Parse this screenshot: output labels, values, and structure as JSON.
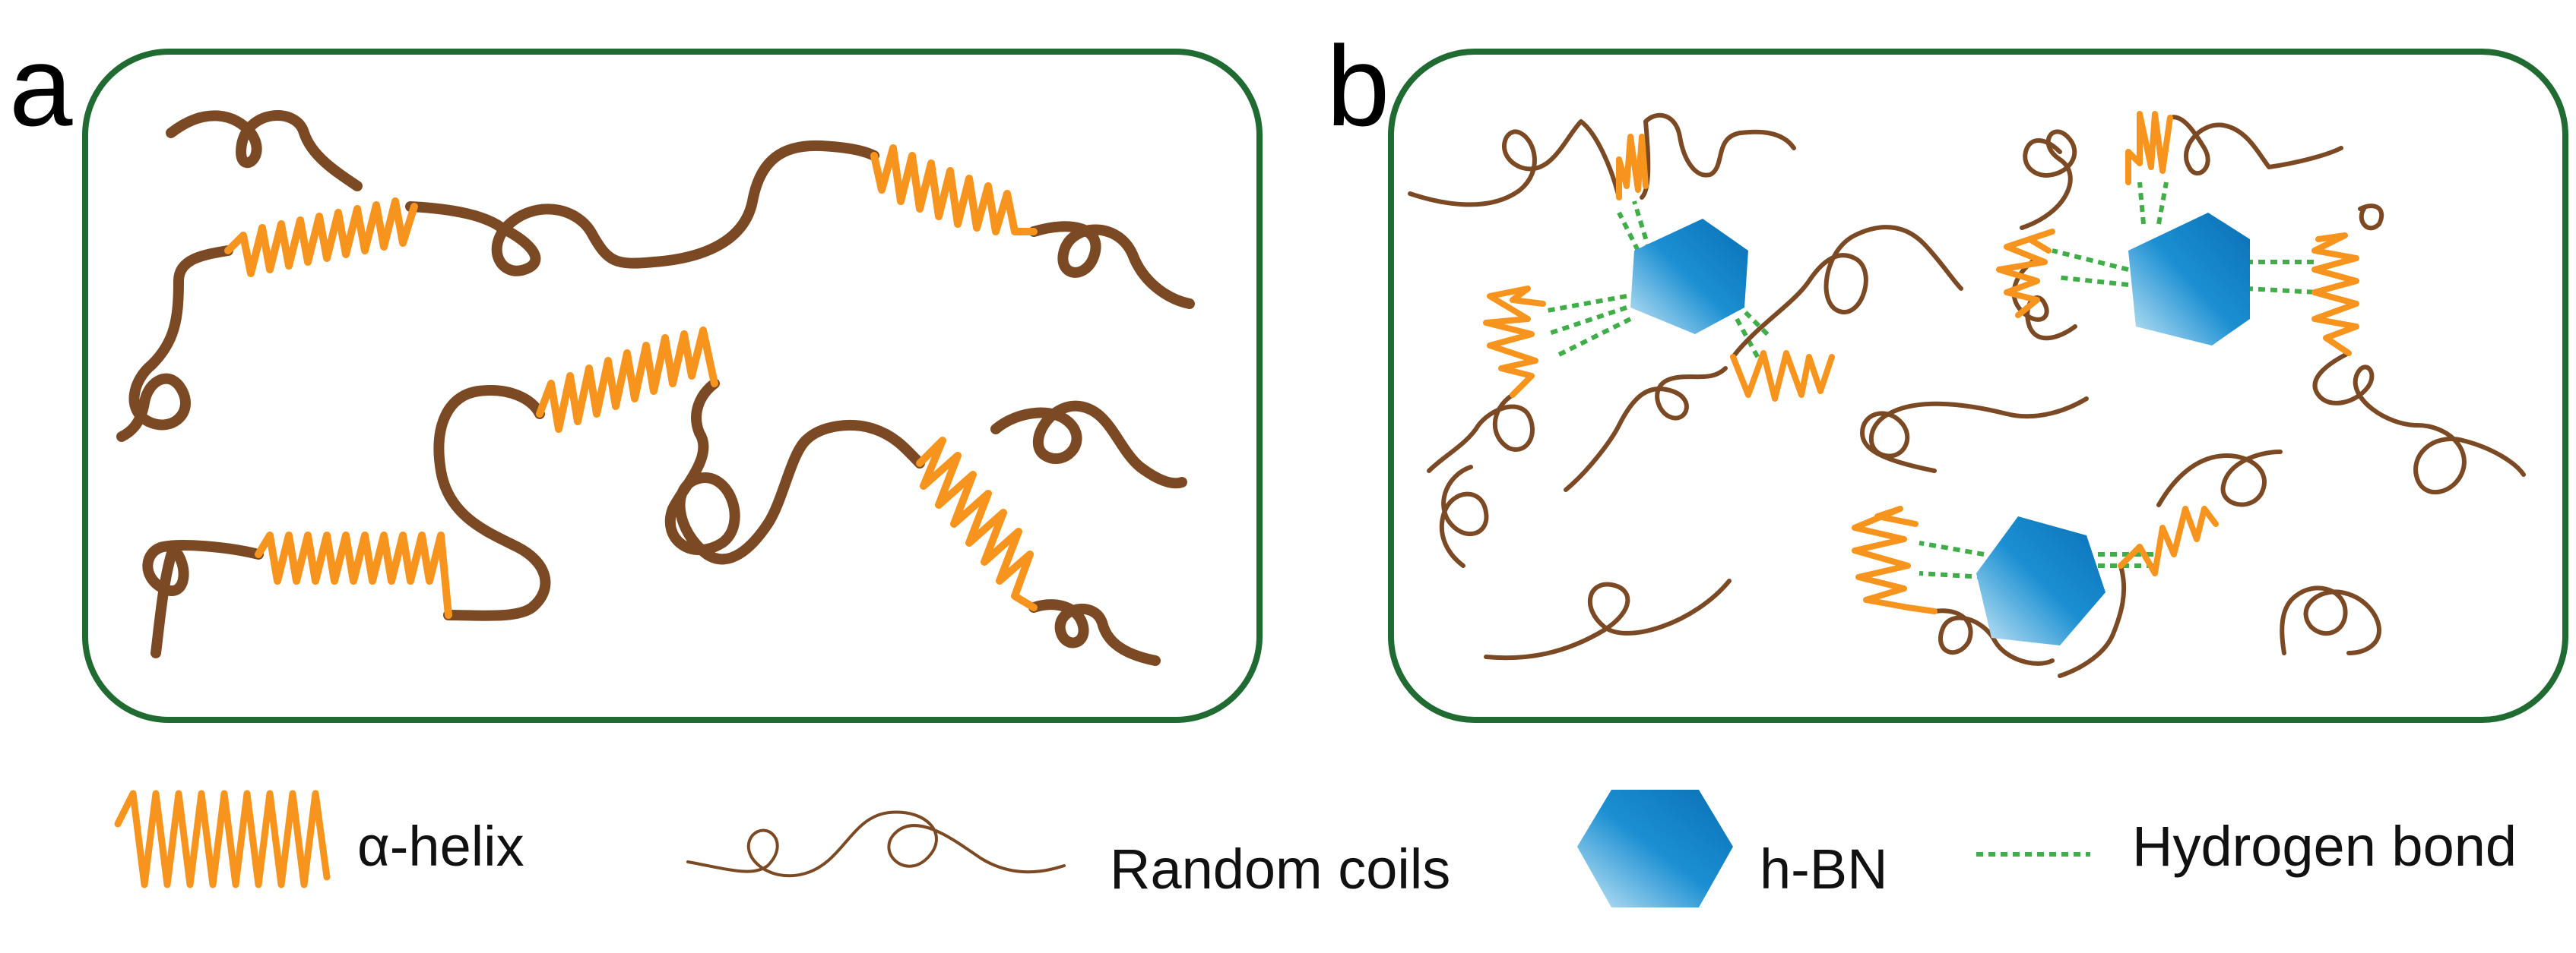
{
  "panels": [
    {
      "label": "a"
    },
    {
      "label": "b"
    }
  ],
  "legend": {
    "helix_label": "α-helix",
    "coil_label": "Random coils",
    "hbn_label": "h-BN",
    "hbond_label": "Hydrogen bond"
  },
  "colors": {
    "frame": "#1f6b32",
    "coil": "#7b4a24",
    "helix": "#f7941d",
    "hbond": "#3fae49",
    "hbn_dark": "#0a6fb5",
    "hbn_light": "#bde3f5"
  }
}
